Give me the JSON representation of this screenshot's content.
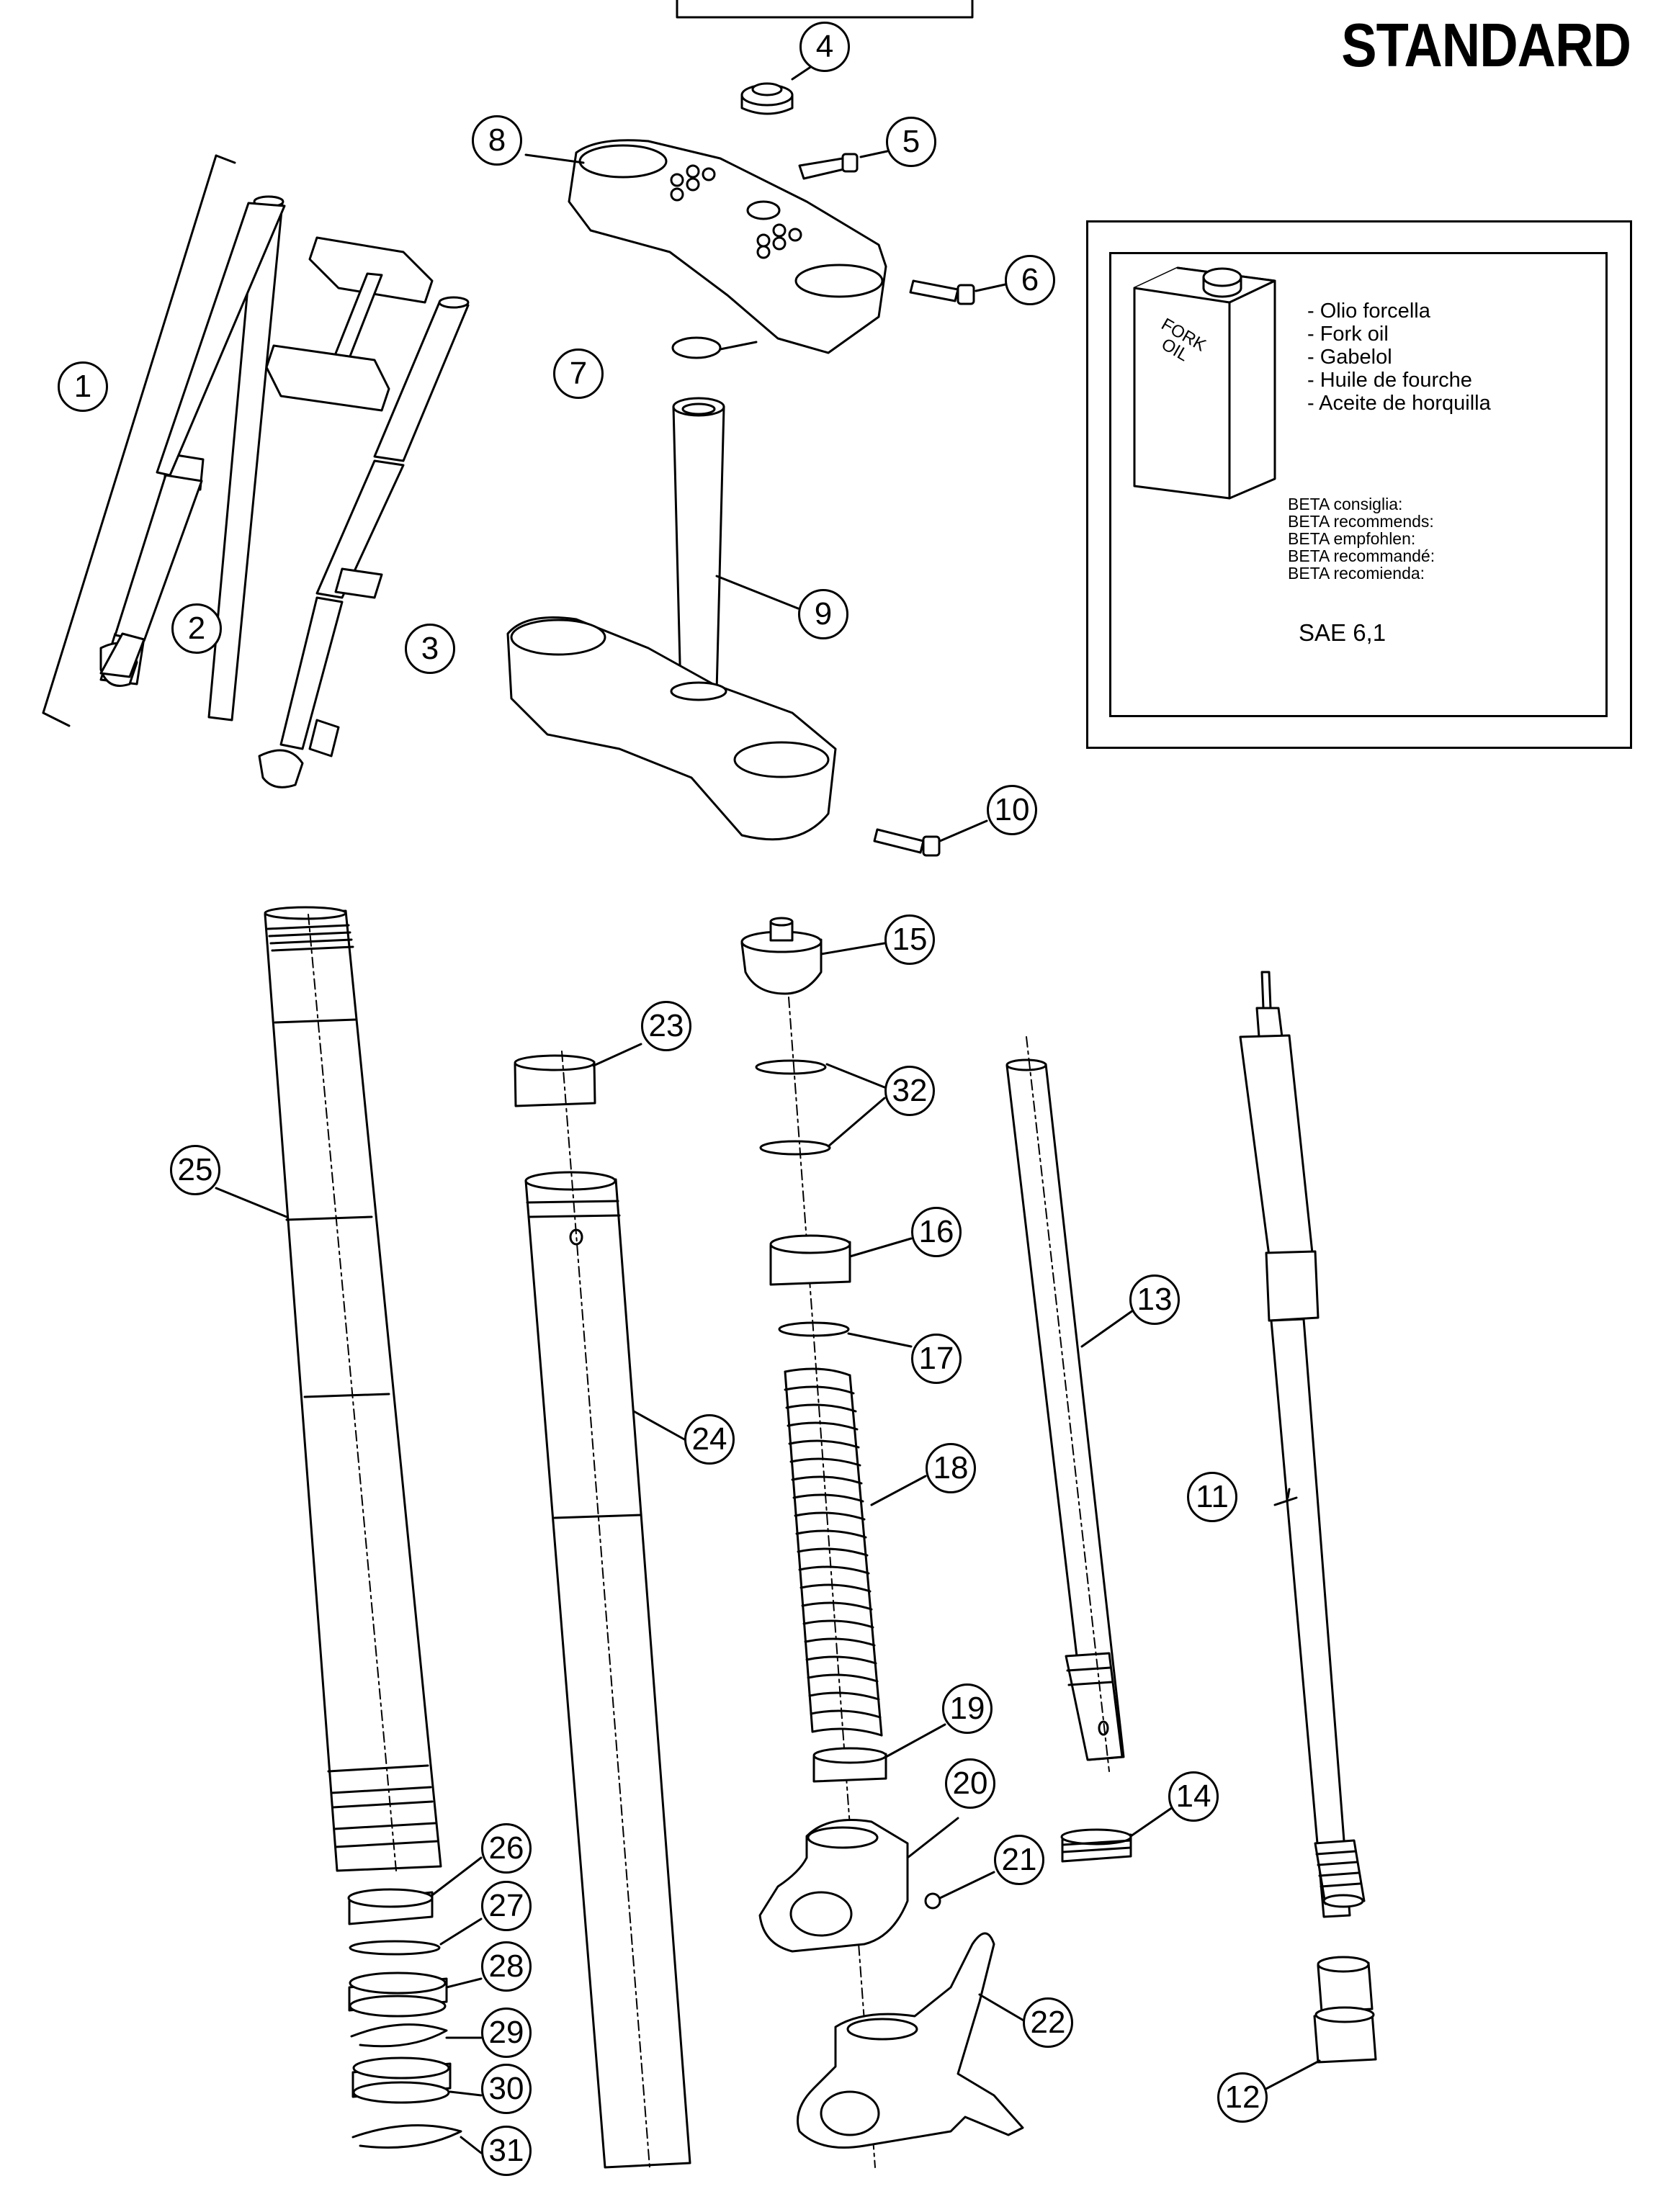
{
  "header": {
    "title": "STANDARD"
  },
  "oil_box": {
    "can_label": "FORK OIL",
    "names": [
      "- Olio forcella",
      "- Fork oil",
      "- Gabelol",
      "- Huile de fourche",
      "- Aceite de horquilla"
    ],
    "recommend": [
      "BETA consiglia:",
      "BETA recommends:",
      "BETA empfohlen:",
      "BETA recommandé:",
      "BETA recomienda:"
    ],
    "grade": "SAE 6,1"
  },
  "callouts": [
    "1",
    "2",
    "3",
    "4",
    "5",
    "6",
    "7",
    "8",
    "9",
    "10",
    "11",
    "12",
    "13",
    "14",
    "15",
    "16",
    "17",
    "18",
    "19",
    "20",
    "21",
    "22",
    "23",
    "24",
    "25",
    "26",
    "27",
    "28",
    "29",
    "30",
    "31",
    "32"
  ]
}
